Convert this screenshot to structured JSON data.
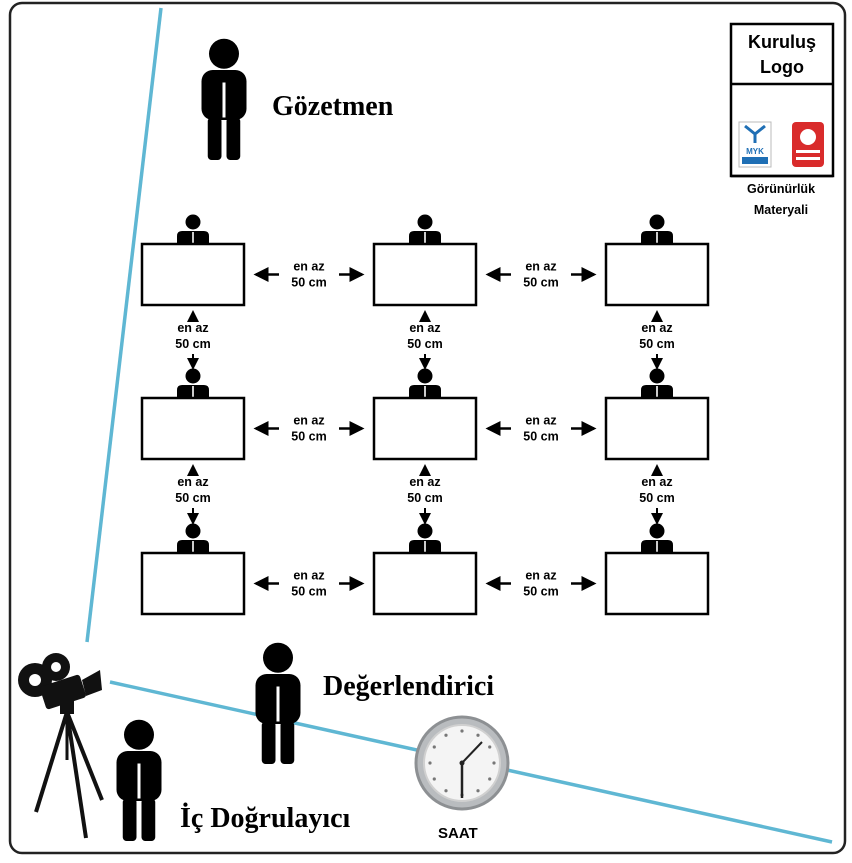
{
  "labels": {
    "supervisor": "Gözetmen",
    "evaluator": "Değerlendirici",
    "internal_verifier": "İç Doğrulayıcı",
    "clock": "SAAT"
  },
  "logo_box": {
    "title_line1": "Kuruluş",
    "title_line2": "Logo",
    "caption_line1": "Görünürlük",
    "caption_line2": "Materyali",
    "myk_text": "MYK"
  },
  "spacing": {
    "line1": "en az",
    "line2": "50 cm"
  },
  "desks": {
    "rows": 3,
    "cols": 3
  },
  "colors": {
    "camera_view_line": "#5fb7d3",
    "frame_border": "#222222",
    "figure": "#000000",
    "myk_blue": "#1f6fb5",
    "turkak_red": "#d92b2b"
  }
}
